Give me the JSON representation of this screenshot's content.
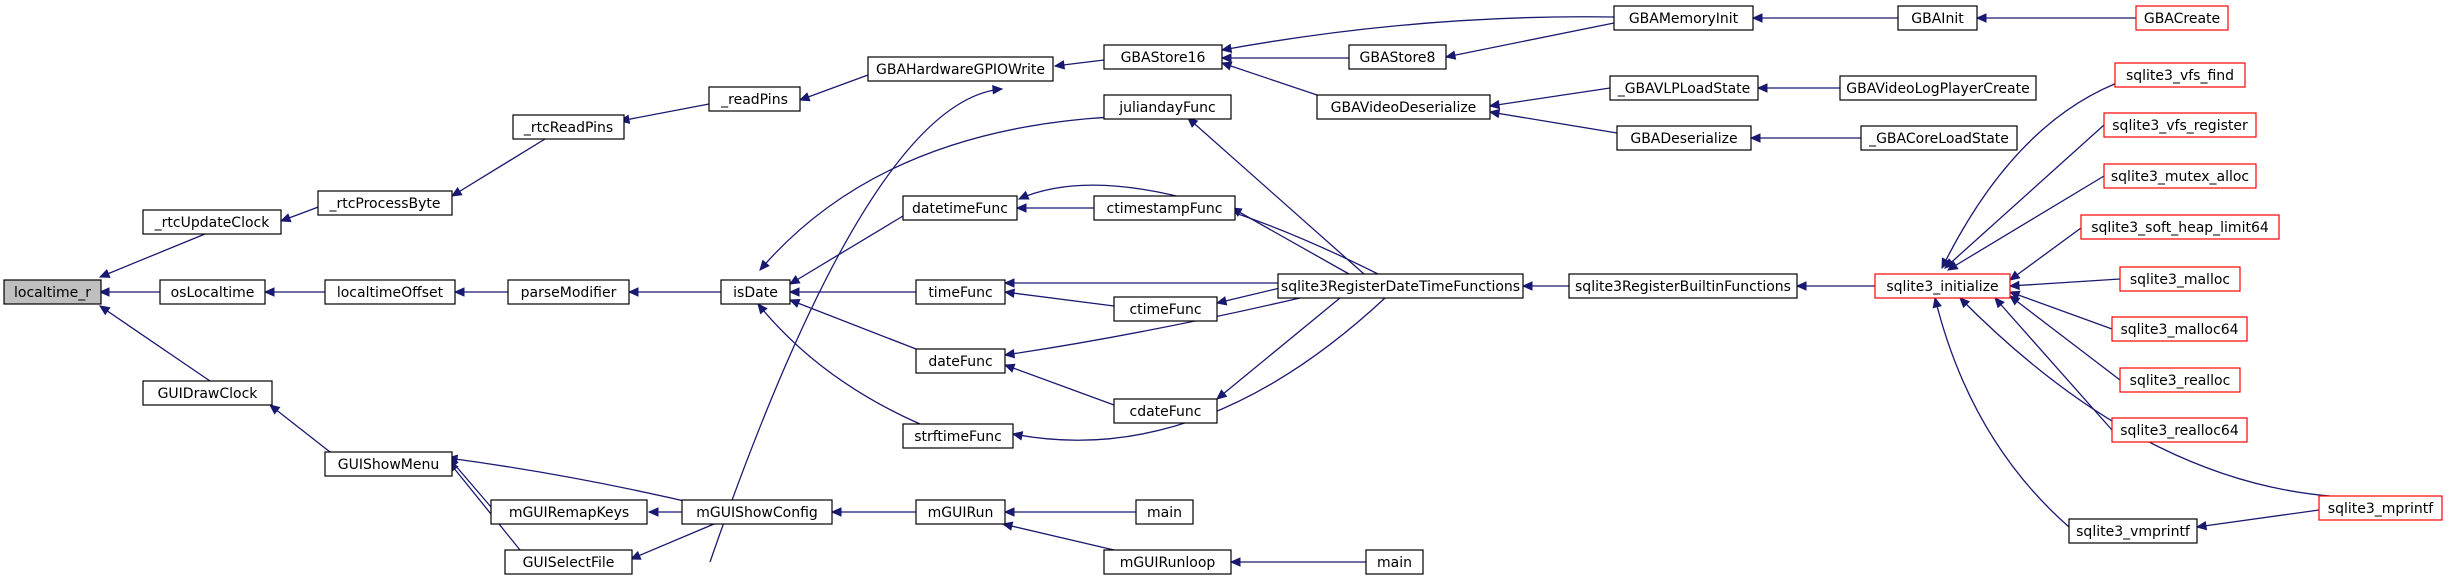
{
  "diagram": {
    "colors": {
      "edge": "#191970",
      "node_border": "#000000",
      "truncated_border": "#ff0000",
      "focus_fill": "#bfbfbf",
      "background": "#ffffff"
    },
    "nodes": {
      "localtime_r": "localtime_r",
      "_rtcUpdateClock": "_rtcUpdateClock",
      "osLocaltime": "osLocaltime",
      "GUIDrawClock": "GUIDrawClock",
      "_rtcProcessByte": "_rtcProcessByte",
      "localtimeOffset": "localtimeOffset",
      "GUIShowMenu": "GUIShowMenu",
      "_rtcReadPins": "_rtcReadPins",
      "parseModifier": "parseModifier",
      "mGUIRemapKeys": "mGUIRemapKeys",
      "GUISelectFile": "GUISelectFile",
      "_readPins": "_readPins",
      "isDate": "isDate",
      "mGUIShowConfig": "mGUIShowConfig",
      "GBAHardwareGPIOWrite": "GBAHardwareGPIOWrite",
      "juliandayFunc": "juliandayFunc",
      "datetimeFunc": "datetimeFunc",
      "timeFunc": "timeFunc",
      "dateFunc": "dateFunc",
      "strftimeFunc": "strftimeFunc",
      "mGUIRun": "mGUIRun",
      "GBAStore16": "GBAStore16",
      "ctimestampFunc": "ctimestampFunc",
      "ctimeFunc": "ctimeFunc",
      "cdateFunc": "cdateFunc",
      "main_1": "main",
      "mGUIRunloop": "mGUIRunloop",
      "GBAStore8": "GBAStore8",
      "GBAVideoDeserialize": "GBAVideoDeserialize",
      "sqlite3RegisterDateTimeFunctions": "sqlite3RegisterDateTimeFunctions",
      "main_2": "main",
      "GBAMemoryInit": "GBAMemoryInit",
      "_GBAVLPLoadState": "_GBAVLPLoadState",
      "GBADeserialize": "GBADeserialize",
      "sqlite3RegisterBuiltinFunctions": "sqlite3RegisterBuiltinFunctions",
      "GBAInit": "GBAInit",
      "GBAVideoLogPlayerCreate": "GBAVideoLogPlayerCreate",
      "_GBACoreLoadState": "_GBACoreLoadState",
      "sqlite3_initialize": "sqlite3_initialize",
      "GBACreate": "GBACreate",
      "sqlite3_vmprintf": "sqlite3_vmprintf",
      "sqlite3_vfs_find": "sqlite3_vfs_find",
      "sqlite3_vfs_register": "sqlite3_vfs_register",
      "sqlite3_mutex_alloc": "sqlite3_mutex_alloc",
      "sqlite3_soft_heap_limit64": "sqlite3_soft_heap_limit64",
      "sqlite3_malloc": "sqlite3_malloc",
      "sqlite3_malloc64": "sqlite3_malloc64",
      "sqlite3_realloc": "sqlite3_realloc",
      "sqlite3_realloc64": "sqlite3_realloc64",
      "sqlite3_mprintf": "sqlite3_mprintf"
    }
  }
}
